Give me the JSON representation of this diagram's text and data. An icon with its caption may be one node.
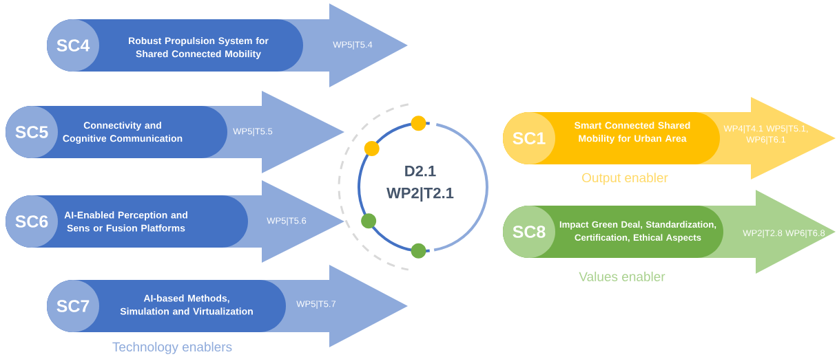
{
  "diagram": {
    "nodes": [
      {
        "text": [
          "WP5|T5.4"
        ]
      },
      {
        "text": [
          "Robust Propulsion System for Shared Connected Mobility"
        ],
        "in": 0
      },
      {
        "text": [
          "SC4"
        ],
        "in": 1
      },
      {
        "text": [
          "WP5|T5.5"
        ]
      },
      {
        "text": [
          "Connectivity and Cognitive Communication"
        ],
        "in": 3
      },
      {
        "text": [
          "SC5"
        ],
        "in": 4
      },
      {
        "text": [
          "WP5|T5.6"
        ]
      },
      {
        "text": [
          "AI-Enabled Perception and Sens or Fusion Platforms"
        ],
        "in": 6
      },
      {
        "text": [
          "SC6"
        ],
        "in": 7
      },
      {
        "text": [
          "WP5|T5.7"
        ]
      },
      {
        "text": [
          "AI-based Methods, Simulation and Virtualization"
        ],
        "in": 9
      },
      {
        "text": [
          "SC7"
        ],
        "in": 10
      },
      {
        "text": [
          "D2.1 WP2|T2.1"
        ]
      },
      {
        "text": [
          "WP4|T4.1 WP5|T5.1, WP6|T6.1"
        ]
      },
      {
        "text": [
          "Smart Connected Shared Mobility for Urban Area"
        ],
        "in": 13
      },
      {
        "text": [
          "SC1"
        ],
        "in": 14
      },
      {
        "text": [
          "WP2|T2.8 WP6|T6.8"
        ]
      },
      {
        "text": [
          "Impact Green Deal, Standardization, Certification, Ethical Aspects"
        ],
        "in": 16
      },
      {
        "text": [
          "SC8"
        ],
        "in": 17
      }
    ],
    "labels": [
      "Technology enablers",
      "Output enabler",
      "Values enabler"
    ]
  }
}
